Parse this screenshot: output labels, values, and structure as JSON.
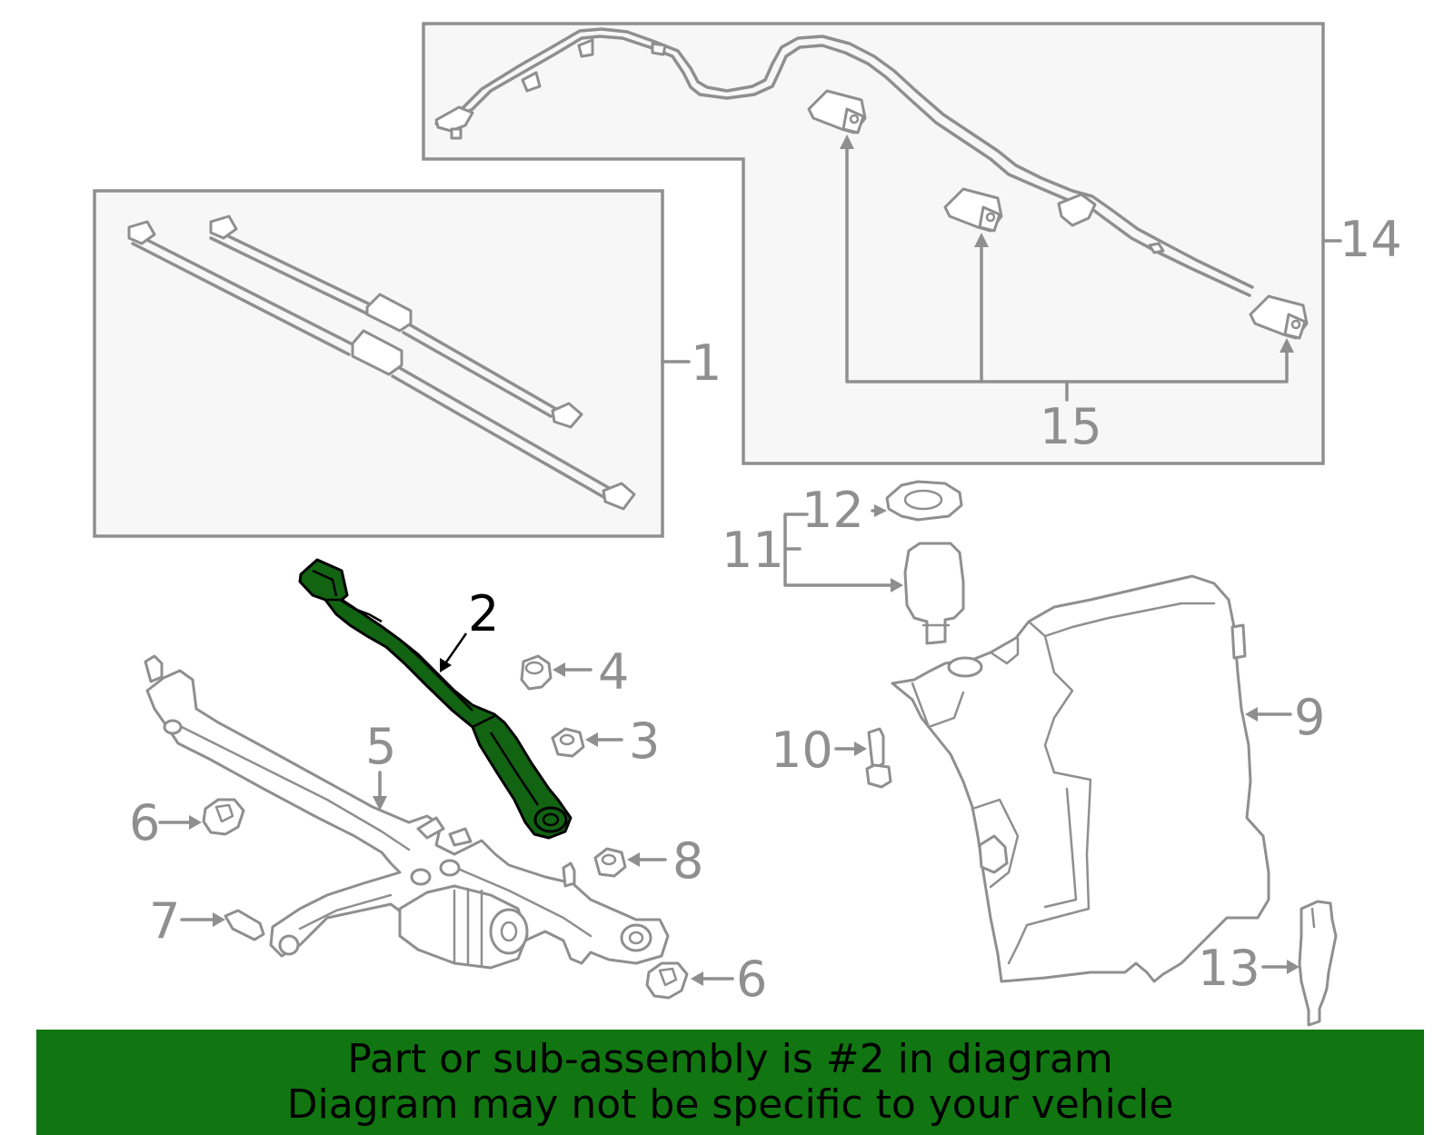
{
  "colors": {
    "highlight": "#126312",
    "line": "#8f8f8f",
    "banner": "#117611",
    "box_fill": "#f7f7f7"
  },
  "callouts": {
    "c1": "1",
    "c2": "2",
    "c3": "3",
    "c4": "4",
    "c5": "5",
    "c6a": "6",
    "c6b": "6",
    "c7": "7",
    "c8": "8",
    "c9": "9",
    "c10": "10",
    "c11": "11",
    "c12": "12",
    "c13": "13",
    "c14": "14",
    "c15": "15"
  },
  "banner": {
    "line1": "Part or sub-assembly is #2 in diagram",
    "line2": "Diagram may not be specific to your vehicle"
  }
}
